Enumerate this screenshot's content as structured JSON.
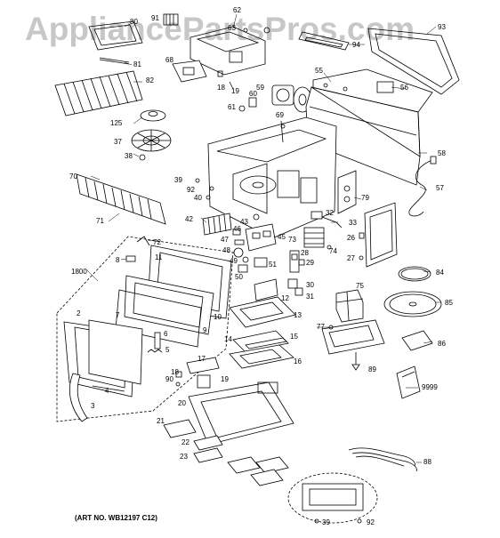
{
  "watermark": "AppliancePartsPros.com",
  "art_number": "(ART NO. WB12197 C12)",
  "parts": [
    {
      "id": "p80",
      "label": "80"
    },
    {
      "id": "p81",
      "label": "81"
    },
    {
      "id": "p91",
      "label": "91"
    },
    {
      "id": "p62",
      "label": "62"
    },
    {
      "id": "p63",
      "label": "63"
    },
    {
      "id": "p93",
      "label": "93"
    },
    {
      "id": "p94",
      "label": "94"
    },
    {
      "id": "p68",
      "label": "68"
    },
    {
      "id": "p82",
      "label": "82"
    },
    {
      "id": "p18a",
      "label": "18"
    },
    {
      "id": "p19a",
      "label": "19"
    },
    {
      "id": "p55",
      "label": "55"
    },
    {
      "id": "p56",
      "label": "56"
    },
    {
      "id": "p59",
      "label": "59"
    },
    {
      "id": "p60",
      "label": "60"
    },
    {
      "id": "p61",
      "label": "61"
    },
    {
      "id": "p125",
      "label": "125"
    },
    {
      "id": "p69",
      "label": "69"
    },
    {
      "id": "p37",
      "label": "37"
    },
    {
      "id": "p38",
      "label": "38"
    },
    {
      "id": "p58",
      "label": "58"
    },
    {
      "id": "p70",
      "label": "70"
    },
    {
      "id": "p39a",
      "label": "39"
    },
    {
      "id": "p92a",
      "label": "92"
    },
    {
      "id": "p40",
      "label": "40"
    },
    {
      "id": "p57",
      "label": "57"
    },
    {
      "id": "p79",
      "label": "79"
    },
    {
      "id": "p71",
      "label": "71"
    },
    {
      "id": "p32",
      "label": "32"
    },
    {
      "id": "p42",
      "label": "42"
    },
    {
      "id": "p43",
      "label": "43"
    },
    {
      "id": "p33",
      "label": "33"
    },
    {
      "id": "p46",
      "label": "46"
    },
    {
      "id": "p47",
      "label": "47"
    },
    {
      "id": "p45",
      "label": "45"
    },
    {
      "id": "p73",
      "label": "73"
    },
    {
      "id": "p72",
      "label": "72"
    },
    {
      "id": "p74",
      "label": "74"
    },
    {
      "id": "p26",
      "label": "26"
    },
    {
      "id": "p48",
      "label": "48"
    },
    {
      "id": "p49",
      "label": "49"
    },
    {
      "id": "p28",
      "label": "28"
    },
    {
      "id": "p8",
      "label": "8"
    },
    {
      "id": "p11",
      "label": "11"
    },
    {
      "id": "p29",
      "label": "29"
    },
    {
      "id": "p27",
      "label": "27"
    },
    {
      "id": "p51",
      "label": "51"
    },
    {
      "id": "p1800",
      "label": "1800"
    },
    {
      "id": "p50",
      "label": "50"
    },
    {
      "id": "p84",
      "label": "84"
    },
    {
      "id": "p30",
      "label": "30"
    },
    {
      "id": "p12",
      "label": "12"
    },
    {
      "id": "p31",
      "label": "31"
    },
    {
      "id": "p75",
      "label": "75"
    },
    {
      "id": "p85",
      "label": "85"
    },
    {
      "id": "p2",
      "label": "2"
    },
    {
      "id": "p7",
      "label": "7"
    },
    {
      "id": "p10",
      "label": "10"
    },
    {
      "id": "p13",
      "label": "13"
    },
    {
      "id": "p9",
      "label": "9"
    },
    {
      "id": "p77",
      "label": "77"
    },
    {
      "id": "p6",
      "label": "6"
    },
    {
      "id": "p14",
      "label": "14"
    },
    {
      "id": "p15",
      "label": "15"
    },
    {
      "id": "p86",
      "label": "86"
    },
    {
      "id": "p5",
      "label": "5"
    },
    {
      "id": "p16",
      "label": "16"
    },
    {
      "id": "p17",
      "label": "17"
    },
    {
      "id": "p89",
      "label": "89"
    },
    {
      "id": "p18b",
      "label": "18"
    },
    {
      "id": "p90",
      "label": "90"
    },
    {
      "id": "p19b",
      "label": "19"
    },
    {
      "id": "p4",
      "label": "4"
    },
    {
      "id": "p9999",
      "label": "9999"
    },
    {
      "id": "p20",
      "label": "20"
    },
    {
      "id": "p3",
      "label": "3"
    },
    {
      "id": "p21",
      "label": "21"
    },
    {
      "id": "p22",
      "label": "22"
    },
    {
      "id": "p23",
      "label": "23"
    },
    {
      "id": "p88",
      "label": "88"
    },
    {
      "id": "p39b",
      "label": "39"
    },
    {
      "id": "p92b",
      "label": "92"
    }
  ]
}
